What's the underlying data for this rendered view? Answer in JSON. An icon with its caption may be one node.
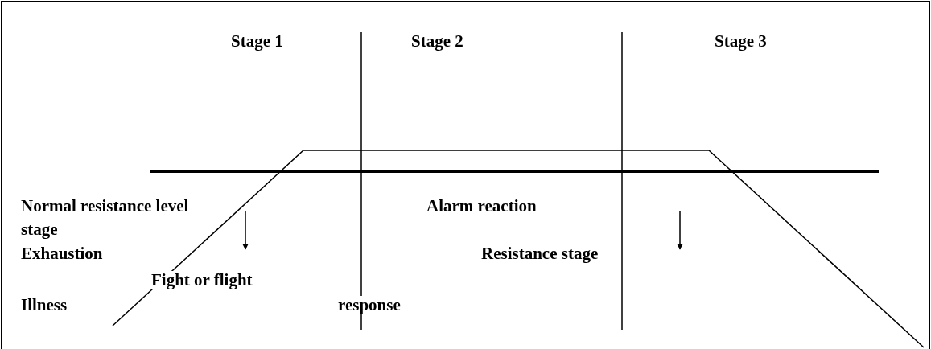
{
  "diagram": {
    "labels": [
      "Stage 1",
      "Stage 2",
      "Stage 3",
      "Normal resistance level",
      "Alarm reaction",
      "stage",
      "Exhaustion",
      "Resistance stage",
      "Fight or flight",
      "Illness",
      "response"
    ]
  }
}
